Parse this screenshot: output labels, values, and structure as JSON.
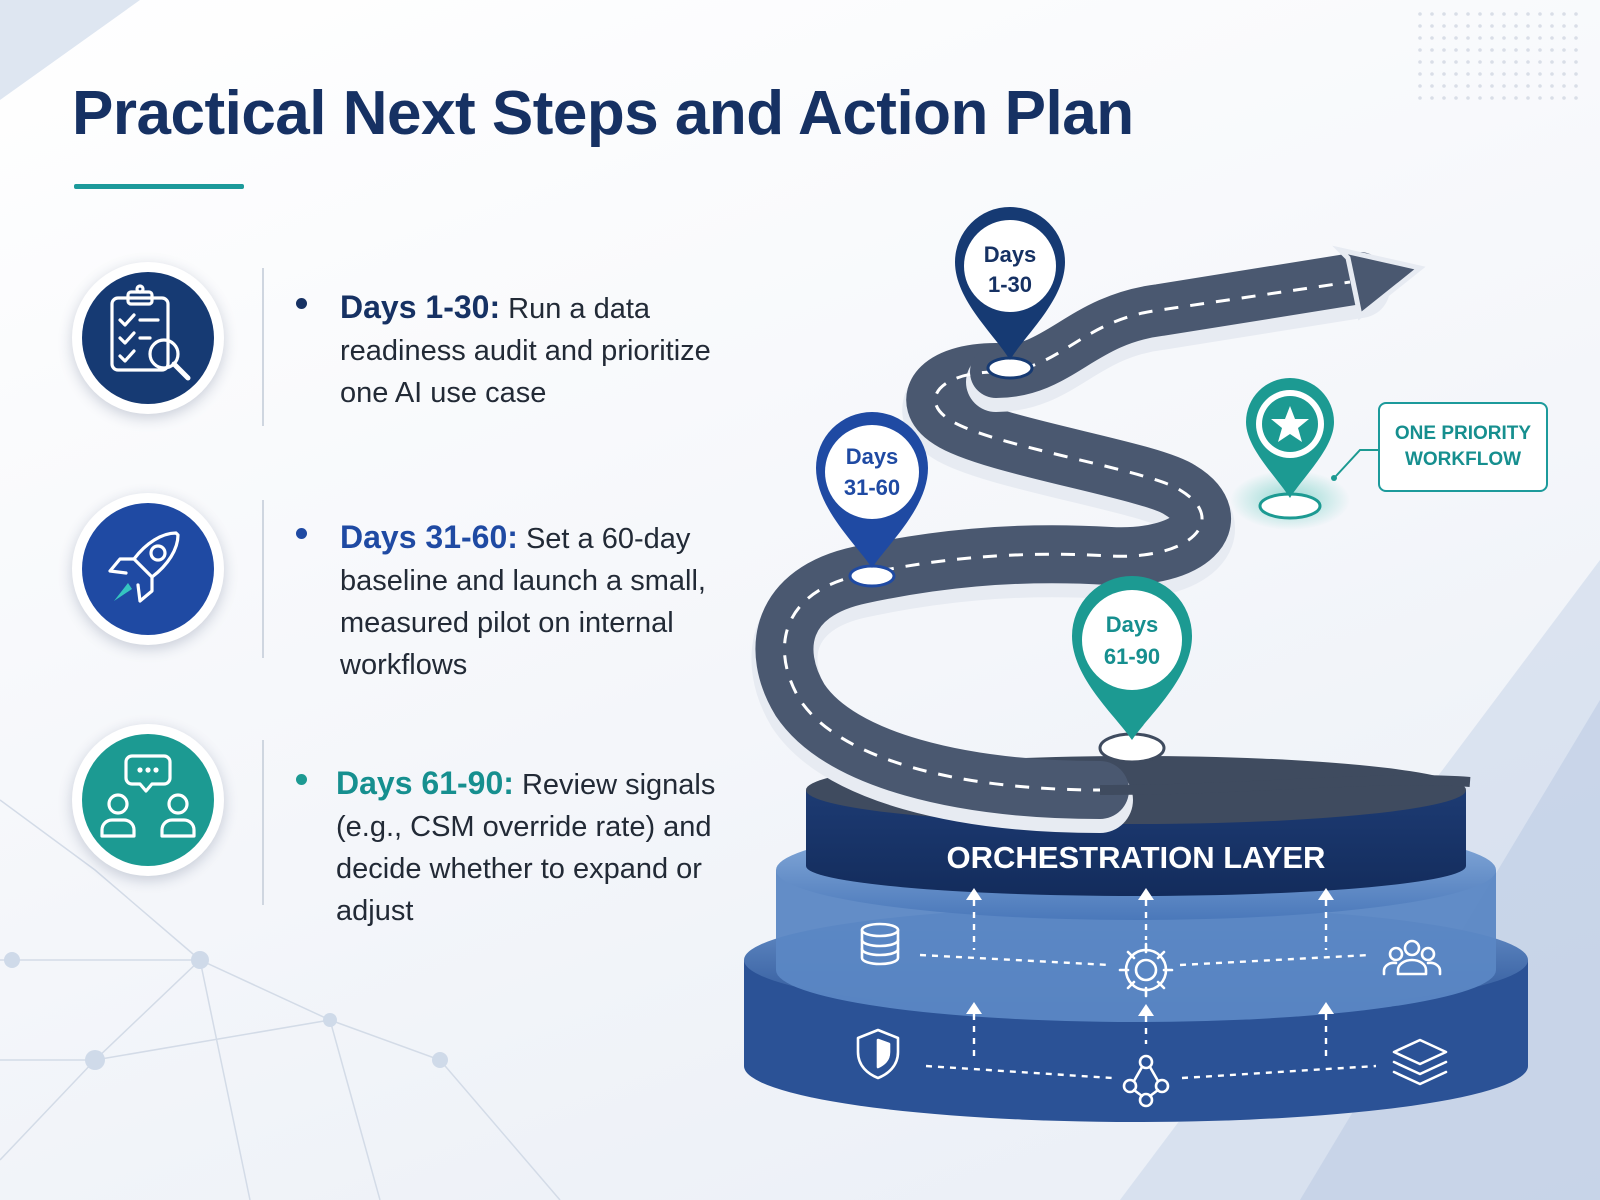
{
  "title": "Practical Next Steps and Action Plan",
  "steps": [
    {
      "heading": "Days 1-30:",
      "text": "Run a data readiness audit and prioritize one AI use case",
      "icon": "clipboard-search-icon",
      "color": "#163a73",
      "heading_color": "#163163"
    },
    {
      "heading": "Days 31-60:",
      "text": "Set a 60-day baseline and launch a small, measured pilot on internal workflows",
      "icon": "rocket-icon",
      "color": "#1f4aa3",
      "heading_color": "#1f4aa3"
    },
    {
      "heading": "Days 61-90:",
      "text": "Review signals (e.g., CSM override rate) and decide whether to expand or adjust",
      "icon": "chat-people-icon",
      "color": "#1c9a92",
      "heading_color": "#168f8f"
    }
  ],
  "pins": [
    {
      "line1": "Days",
      "line2": "1-30",
      "color": "#163a73"
    },
    {
      "line1": "Days",
      "line2": "31-60",
      "color": "#1f4aa3"
    },
    {
      "line1": "Days",
      "line2": "61-90",
      "color": "#1c9a92"
    }
  ],
  "callout": {
    "line1": "ONE PRIORITY",
    "line2": "WORKFLOW",
    "icon": "star-icon"
  },
  "platform": {
    "top_label": "ORCHESTRATION LAYER",
    "middle_icons": [
      "database-icon",
      "gear-icon",
      "people-group-icon"
    ],
    "bottom_icons": [
      "shield-icon",
      "network-nodes-icon",
      "layers-stack-icon"
    ]
  },
  "colors": {
    "navy": "#163163",
    "blue": "#1f4aa3",
    "teal": "#1c9a92",
    "road": "#4a5870"
  }
}
